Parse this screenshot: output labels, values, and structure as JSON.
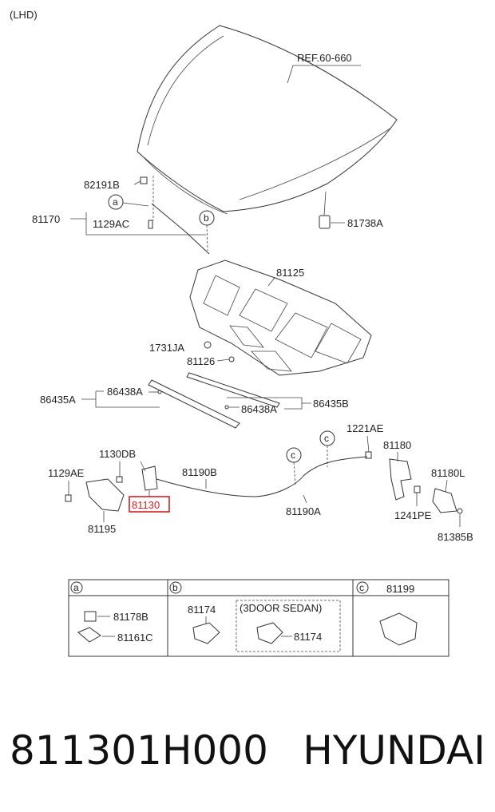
{
  "header": {
    "drive_side": "(LHD)"
  },
  "labels": {
    "ref": "REF.60-660",
    "p82191B": "82191B",
    "p81170": "81170",
    "p1129AC": "1129AC",
    "p81738A": "81738A",
    "p81125": "81125",
    "p1731JA": "1731JA",
    "p81126": "81126",
    "p86435A": "86435A",
    "p86438A_top": "86438A",
    "p86438A_bot": "86438A",
    "p86435B": "86435B",
    "p1130DB": "1130DB",
    "p81190B": "81190B",
    "p1221AE": "1221AE",
    "p81180": "81180",
    "p1129AE": "1129AE",
    "p81130": "81130",
    "p81180L": "81180L",
    "p1241PE": "1241PE",
    "p81195": "81195",
    "p81190A": "81190A",
    "p81385B": "81385B"
  },
  "tags": {
    "a": "a",
    "b": "b",
    "c": "c"
  },
  "detail_table": {
    "a_items": [
      "81178B",
      "81161C"
    ],
    "b_item": "81174",
    "b_variant_title": "(3DOOR SEDAN)",
    "b_variant_item": "81174",
    "c_item": "81199"
  },
  "footer": {
    "part_number": "811301H000",
    "brand": "HYUNDAI"
  },
  "colors": {
    "highlight": "#d42020"
  }
}
